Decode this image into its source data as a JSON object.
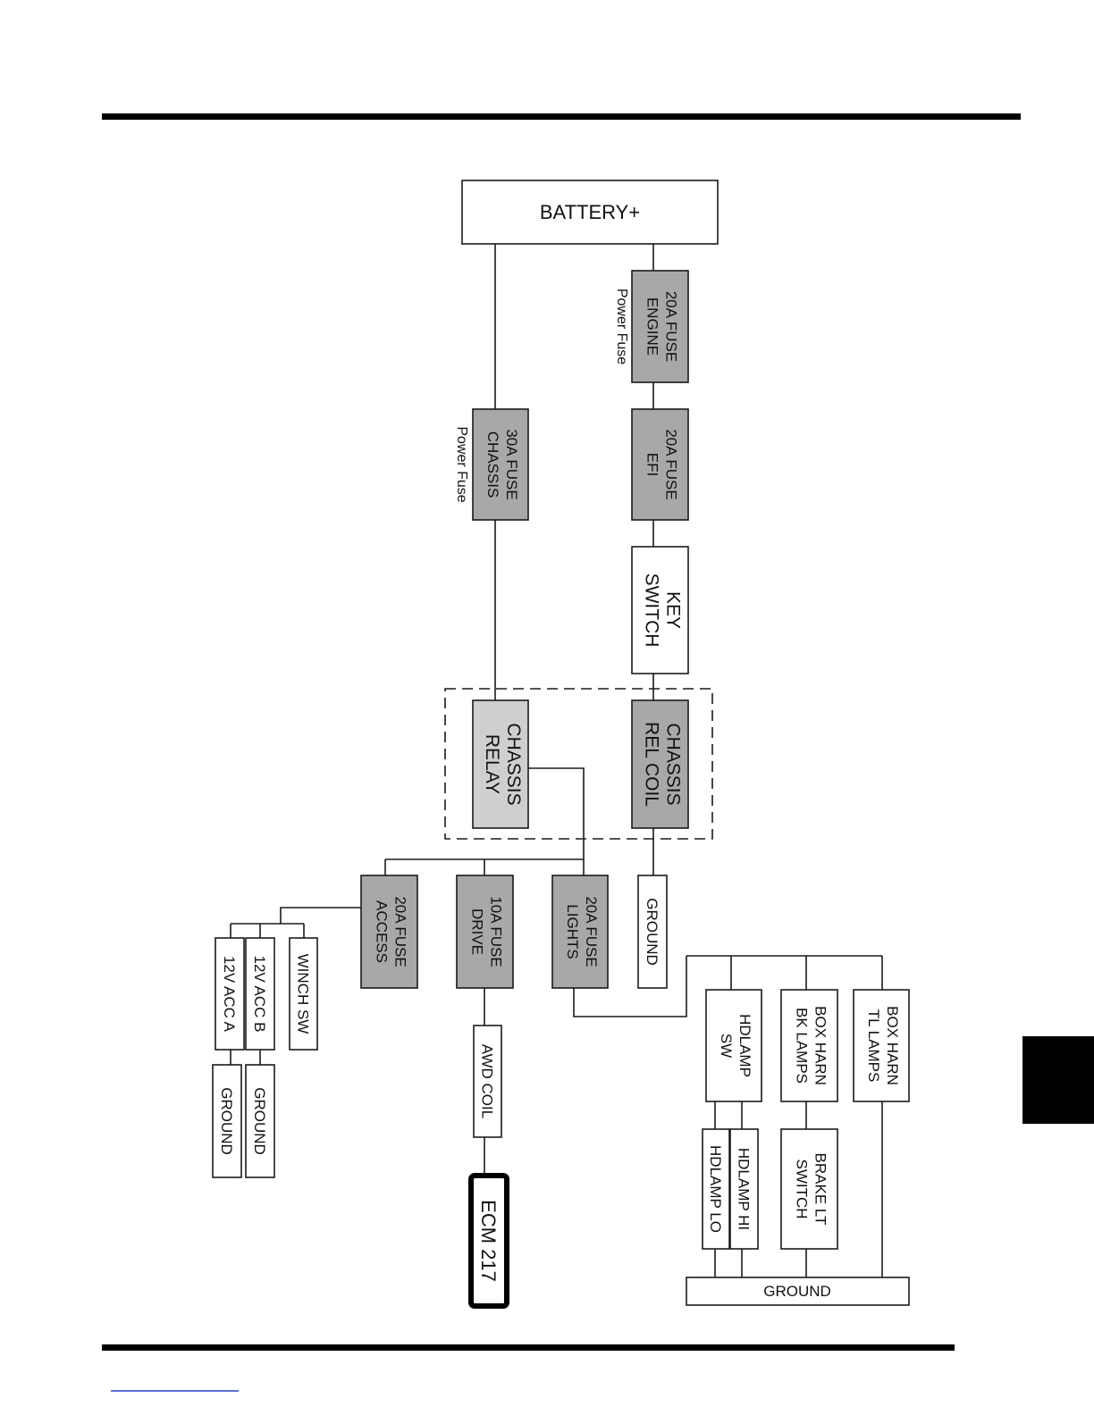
{
  "page": {
    "colors": {
      "fuse_fill": "#a8a8a8",
      "relay_fill": "#cfcfcf",
      "plain_fill": "#ffffff",
      "stroke": "#1a1a1a",
      "footer_link": "#5b6fd6",
      "side_tab": "#000000"
    }
  },
  "diagram": {
    "battery": "BATTERY+",
    "fuse_engine": [
      "20A FUSE",
      "ENGINE"
    ],
    "fuse_engine_note": "Power Fuse",
    "fuse_chassis": [
      "30A FUSE",
      "CHASSIS"
    ],
    "fuse_chassis_note": "Power Fuse",
    "fuse_efi": [
      "20A FUSE",
      "EFI"
    ],
    "key_switch": [
      "KEY",
      "SWITCH"
    ],
    "chassis_relay": [
      "CHASSIS",
      "RELAY"
    ],
    "chassis_rel_coil": [
      "CHASSIS",
      "REL COIL"
    ],
    "fuse_access": [
      "20A FUSE",
      "ACCESS"
    ],
    "fuse_drive": [
      "10A FUSE",
      "DRIVE"
    ],
    "fuse_lights": [
      "20A FUSE",
      "LIGHTS"
    ],
    "ground_coil": "GROUND",
    "winch_sw": "WINCH SW",
    "acc_b": "12V ACC B",
    "acc_a": "12V ACC A",
    "ground_acc_b": "GROUND",
    "ground_acc_a": "GROUND",
    "awd_coil": "AWD COIL",
    "ecm": "ECM 217",
    "hdlamp_sw": [
      "HDLAMP",
      "SW"
    ],
    "box_harn_bk": [
      "BOX HARN",
      "BK LAMPS"
    ],
    "box_harn_tl": [
      "BOX HARN",
      "TL LAMPS"
    ],
    "hdlamp_hi": "HDLAMP HI",
    "hdlamp_lo": "HDLAMP LO",
    "brake_lt_switch": [
      "BRAKE LT",
      "SWITCH"
    ],
    "ground_main": "GROUND"
  }
}
